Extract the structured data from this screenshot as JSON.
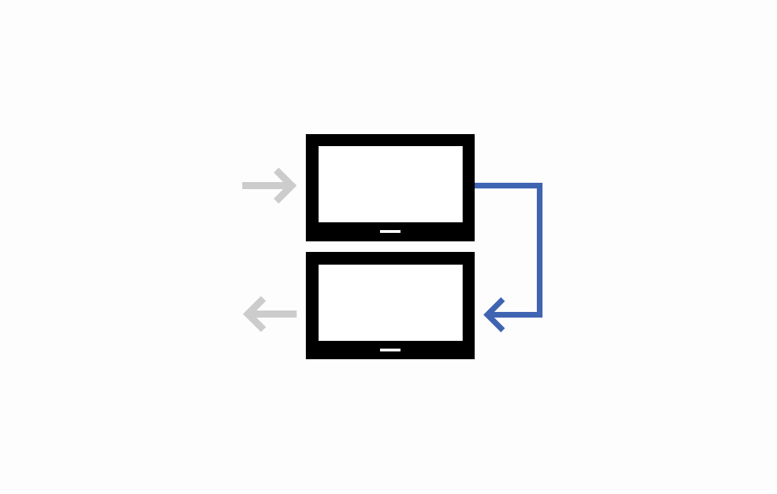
{
  "diagram": {
    "monitors": [
      {
        "id": "top",
        "role": "display"
      },
      {
        "id": "bottom",
        "role": "display"
      }
    ],
    "connectors": [
      {
        "id": "input-arrow",
        "direction": "in",
        "target": "top",
        "color": "#cccccc",
        "icon": "arrow-right-icon"
      },
      {
        "id": "loop-arrow",
        "direction": "loop",
        "from": "top",
        "to": "bottom",
        "color": "#3f65b2",
        "icon": "loop-arrow-icon"
      },
      {
        "id": "output-arrow",
        "direction": "out",
        "from": "bottom",
        "color": "#cccccc",
        "icon": "arrow-left-icon"
      }
    ],
    "colors": {
      "background": "#fdfdfd",
      "monitor_frame": "#000000",
      "monitor_screen": "#ffffff",
      "passive_arrow": "#cccccc",
      "accent_arrow": "#3f65b2"
    }
  }
}
